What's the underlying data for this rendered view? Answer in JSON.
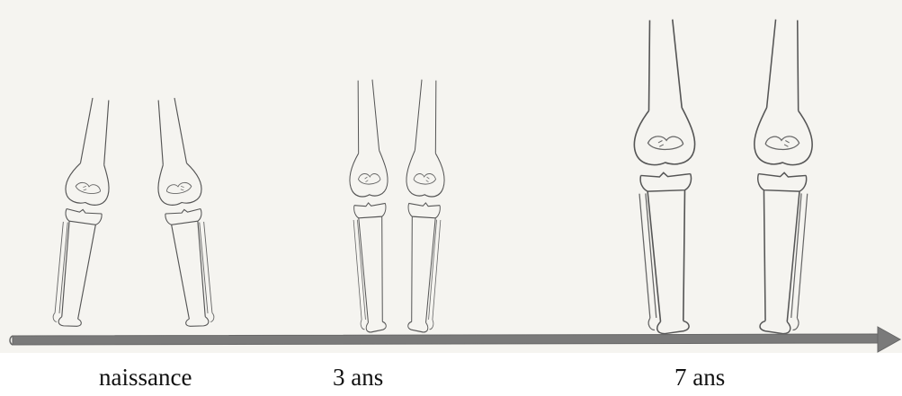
{
  "stages": [
    {
      "label": "naissance",
      "age_years": 0
    },
    {
      "label": "3 ans",
      "age_years": 3
    },
    {
      "label": "7 ans",
      "age_years": 7
    }
  ],
  "colors": {
    "paper": "#f5f4f0",
    "pencil": "#555555",
    "arrow": "#7a7a7a"
  }
}
